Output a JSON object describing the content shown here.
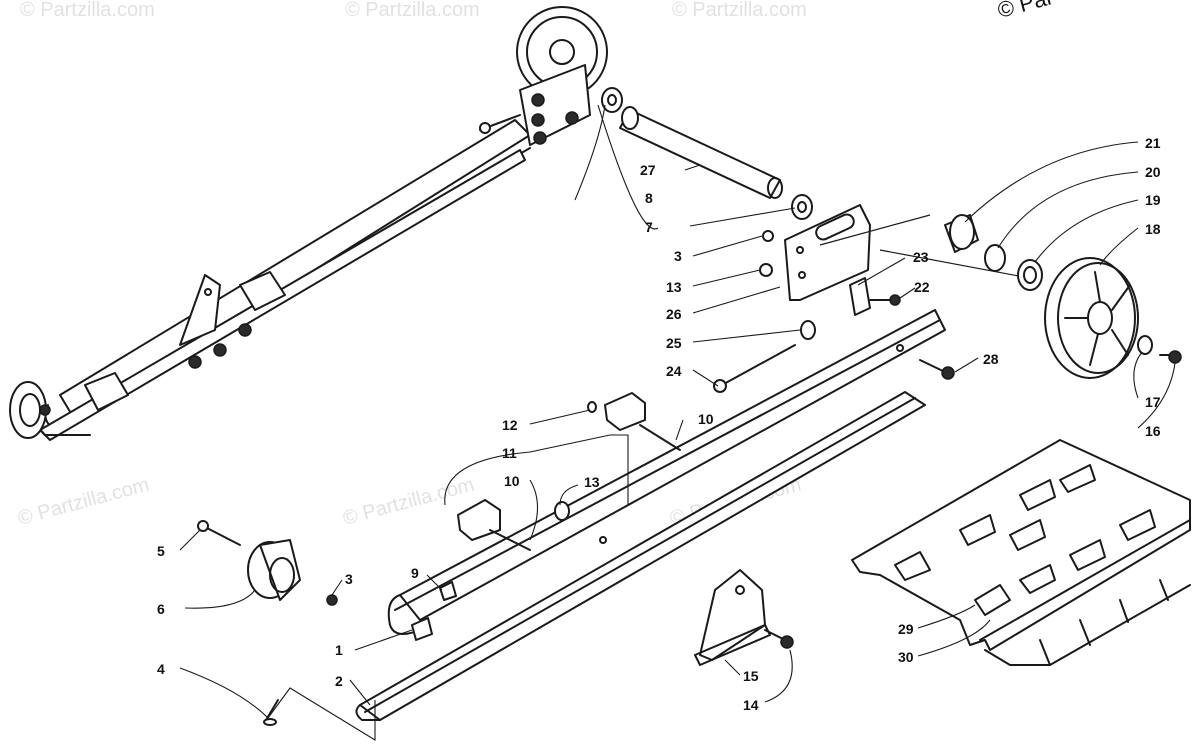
{
  "copyright_mark": "© Par",
  "watermark_text": "© Partzilla.com",
  "callouts": [
    {
      "id": "1",
      "label": "1"
    },
    {
      "id": "2",
      "label": "2"
    },
    {
      "id": "3a",
      "label": "3"
    },
    {
      "id": "3b",
      "label": "3"
    },
    {
      "id": "4",
      "label": "4"
    },
    {
      "id": "5",
      "label": "5"
    },
    {
      "id": "6",
      "label": "6"
    },
    {
      "id": "7",
      "label": "7"
    },
    {
      "id": "8",
      "label": "8"
    },
    {
      "id": "9",
      "label": "9"
    },
    {
      "id": "10a",
      "label": "10"
    },
    {
      "id": "10b",
      "label": "10"
    },
    {
      "id": "11",
      "label": "11"
    },
    {
      "id": "12",
      "label": "12"
    },
    {
      "id": "13a",
      "label": "13"
    },
    {
      "id": "13b",
      "label": "13"
    },
    {
      "id": "14",
      "label": "14"
    },
    {
      "id": "15",
      "label": "15"
    },
    {
      "id": "16",
      "label": "16"
    },
    {
      "id": "17",
      "label": "17"
    },
    {
      "id": "18",
      "label": "18"
    },
    {
      "id": "19",
      "label": "19"
    },
    {
      "id": "20",
      "label": "20"
    },
    {
      "id": "21",
      "label": "21"
    },
    {
      "id": "22",
      "label": "22"
    },
    {
      "id": "23",
      "label": "23"
    },
    {
      "id": "24",
      "label": "24"
    },
    {
      "id": "25",
      "label": "25"
    },
    {
      "id": "26",
      "label": "26"
    },
    {
      "id": "27",
      "label": "27"
    },
    {
      "id": "28",
      "label": "28"
    },
    {
      "id": "29",
      "label": "29"
    },
    {
      "id": "30",
      "label": "30"
    }
  ],
  "colors": {
    "line": "#1a1a1a",
    "background": "#ffffff",
    "watermark": "#c9c9c9"
  }
}
